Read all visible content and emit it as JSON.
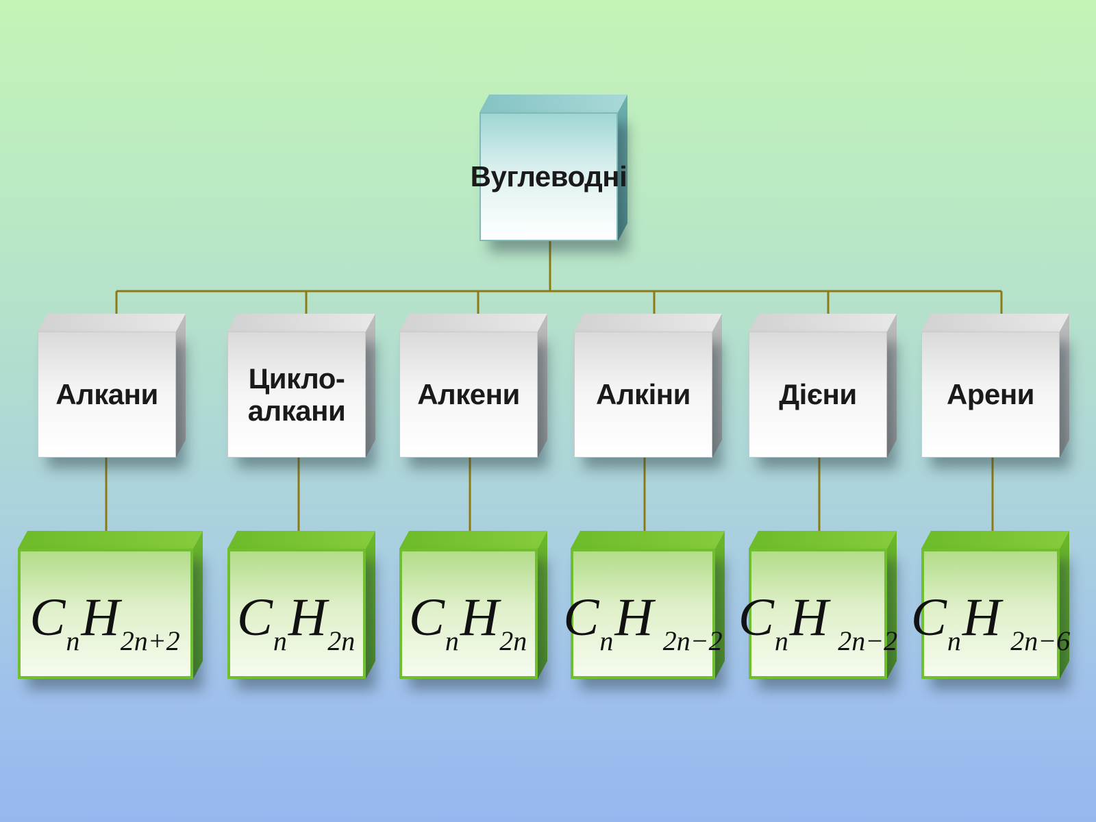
{
  "root": {
    "label": "Вуглеводні"
  },
  "categories": [
    {
      "label": "Алкани",
      "formula": {
        "c": "C",
        "n": "n",
        "h": "H",
        "sub": "2n+2"
      }
    },
    {
      "label": "Цикло-\nалкани",
      "formula": {
        "c": "C",
        "n": "n",
        "h": "H",
        "sub": "2n"
      }
    },
    {
      "label": "Алкени",
      "formula": {
        "c": "C",
        "n": "n",
        "h": "H",
        "sub": "2n"
      }
    },
    {
      "label": "Алкіни",
      "formula": {
        "c": "C",
        "n": "n",
        "h": "H",
        "sub": "2n−2"
      }
    },
    {
      "label": "Дієни",
      "formula": {
        "c": "C",
        "n": "n",
        "h": "H",
        "sub": "2n−2"
      }
    },
    {
      "label": "Арени",
      "formula": {
        "c": "C",
        "n": "n",
        "h": "H",
        "sub": "2n−6"
      }
    }
  ],
  "colors": {
    "connector": "#8c7a14",
    "form_border": "#6fbf2e"
  }
}
